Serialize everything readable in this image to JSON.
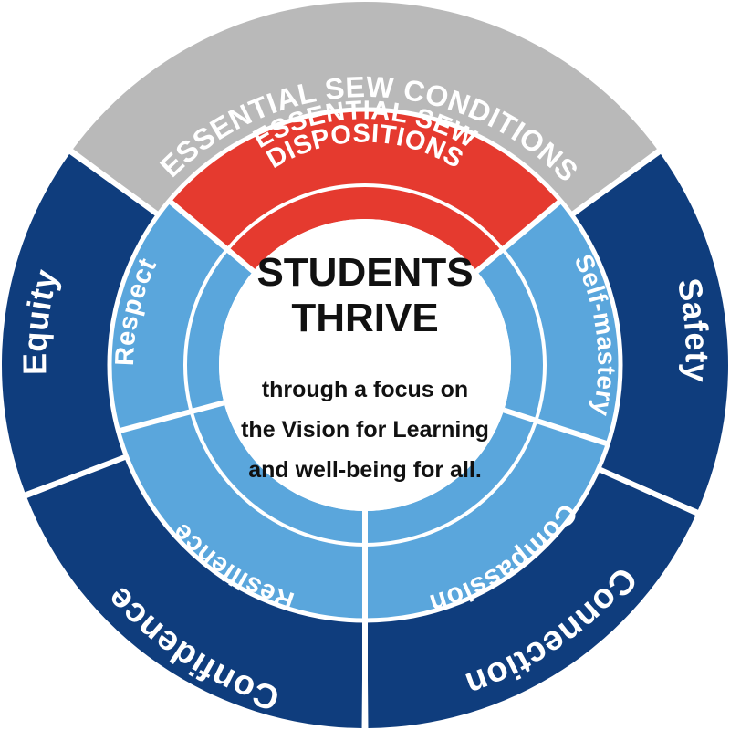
{
  "colors": {
    "outer_ring": "#0f3d7d",
    "conditions_band": "#b9b9b9",
    "dispositions_band": "#e53a2f",
    "inner_ring": "#5aa6dc",
    "center": "#ffffff",
    "divider": "#ffffff"
  },
  "outer_ring": {
    "header": "ESSENTIAL SEW CONDITIONS",
    "segments": [
      {
        "label": "Equity"
      },
      {
        "label": "Safety"
      },
      {
        "label": "Connection"
      },
      {
        "label": "Confidence"
      }
    ]
  },
  "inner_ring": {
    "header": "ESSENTIAL SEW DISPOSITIONS",
    "header_line1": "ESSENTIAL SEW",
    "header_line2": "DISPOSITIONS",
    "segments": [
      {
        "label": "Respect"
      },
      {
        "label": "Self-mastery"
      },
      {
        "label": "Compassion"
      },
      {
        "label": "Resilience"
      }
    ]
  },
  "center": {
    "title_line1": "STUDENTS",
    "title_line2": "THRIVE",
    "sub_line1": "through a focus on",
    "sub_line2": "the Vision for Learning",
    "sub_line3": "and well-being for all."
  }
}
